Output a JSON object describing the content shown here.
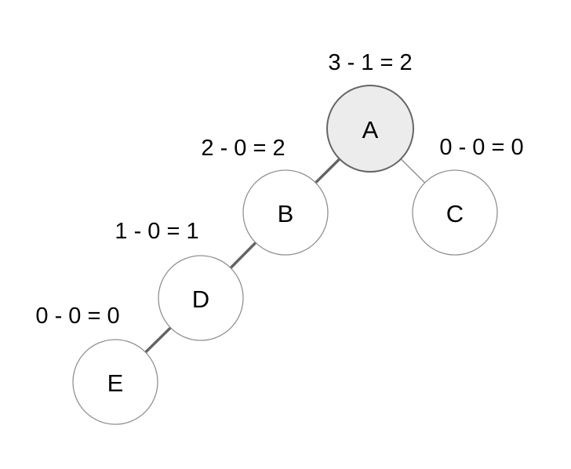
{
  "diagram": {
    "description": "AVL tree balance factor diagram",
    "nodes": [
      {
        "id": "A",
        "letter": "A",
        "balance_text": "3 - 1 = 2",
        "highlighted": true
      },
      {
        "id": "B",
        "letter": "B",
        "balance_text": "2 - 0 = 2",
        "highlighted": false
      },
      {
        "id": "C",
        "letter": "C",
        "balance_text": "0 - 0 = 0",
        "highlighted": false
      },
      {
        "id": "D",
        "letter": "D",
        "balance_text": "1 - 0 = 1",
        "highlighted": false
      },
      {
        "id": "E",
        "letter": "E",
        "balance_text": "0 - 0 = 0",
        "highlighted": false
      }
    ],
    "edges": [
      {
        "from": "A",
        "to": "B",
        "emphasis": "thick"
      },
      {
        "from": "A",
        "to": "C",
        "emphasis": "thin"
      },
      {
        "from": "B",
        "to": "D",
        "emphasis": "thick"
      },
      {
        "from": "D",
        "to": "E",
        "emphasis": "thick"
      }
    ],
    "colors": {
      "background": "#ffffff",
      "highlight_node_fill": "#ececec",
      "highlight_node_stroke": "#666666",
      "node_fill": "#ffffff",
      "node_stroke": "#919191",
      "thick_edge": "#636363",
      "thin_edge": "#8f8f8f",
      "text": "#000000"
    }
  }
}
